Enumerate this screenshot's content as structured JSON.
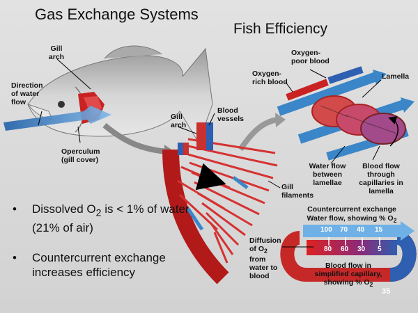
{
  "title": "Gas Exchange Systems",
  "subtitle": "Fish Efficiency",
  "labels": {
    "gill_arch": "Gill arch",
    "direction_water_flow": "Direction of water flow",
    "operculum": "Operculum (gill cover)",
    "gill_arch_2": "Gill arch",
    "blood_vessels": "Blood vessels",
    "gill_filaments": "Gill filaments",
    "oxygen_poor_blood": "Oxygen-poor blood",
    "oxygen_rich_blood": "Oxygen-rich blood",
    "lamella": "Lamella",
    "water_flow_between": "Water flow between lamellae",
    "blood_flow_through": "Blood flow through capillaries in lamella",
    "countercurrent_exchange": "Countercurrent exchange",
    "water_flow_showing_a": "Water flow, showing % O",
    "water_flow_showing_sub": "2",
    "diffusion_a": "Diffusion of O",
    "diffusion_sub": "2",
    "diffusion_b": " from water to blood",
    "blood_flow_simplified_a": "Blood flow in simplified capillary, showing % O",
    "blood_flow_simplified_sub": "2"
  },
  "water_values": [
    "100",
    "70",
    "40",
    "15"
  ],
  "blood_values": [
    "80",
    "60",
    "30",
    "5"
  ],
  "bullets": [
    {
      "a": "Dissolved O",
      "sub": "2",
      "b": " is < 1% of water (21% of air)"
    },
    {
      "a": "Countercurrent exchange increases efficiency"
    }
  ],
  "bullet_symbol": "•",
  "page_number": "35",
  "colors": {
    "water": "#3a86c8",
    "blood_red": "#c81e1e",
    "blood_blue": "#2e5fb0",
    "fish": "#b9b9b9"
  }
}
